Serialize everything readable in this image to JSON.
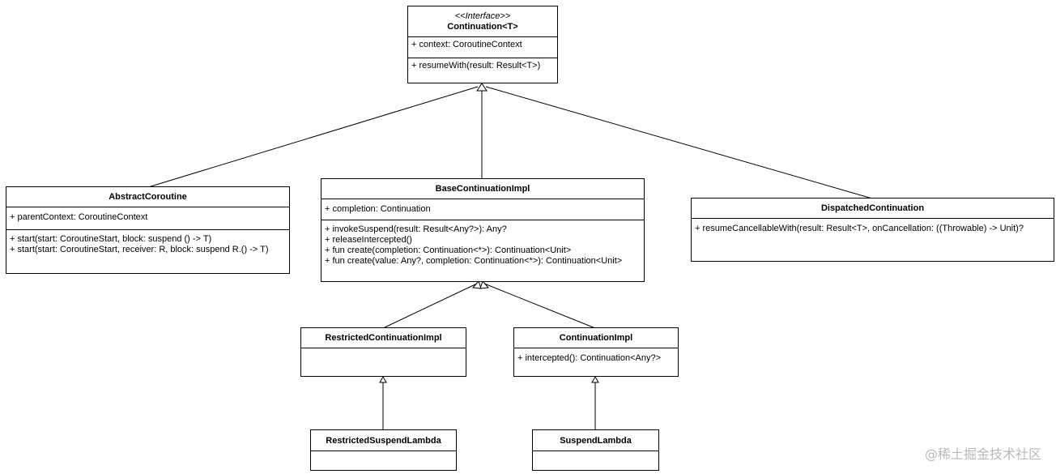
{
  "classes": {
    "continuation": {
      "stereotype": "<<Interface>>",
      "name": "Continuation<T>",
      "attributes": [
        "+ context: CoroutineContext"
      ],
      "methods": [
        "+ resumeWith(result: Result<T>)"
      ]
    },
    "abstract_coroutine": {
      "name": "AbstractCoroutine",
      "attributes": [
        "+ parentContext: CoroutineContext"
      ],
      "methods": [
        "+ start(start: CoroutineStart, block: suspend () -> T)",
        "+ start(start: CoroutineStart, receiver: R, block: suspend R.() -> T)"
      ]
    },
    "base_continuation_impl": {
      "name": "BaseContinuationImpl",
      "attributes": [
        "+ completion: Continuation"
      ],
      "methods": [
        "+ invokeSuspend(result: Result<Any?>): Any?",
        "+ releaseIntercepted()",
        "+ fun create(completion: Continuation<*>): Continuation<Unit>",
        "+ fun create(value: Any?, completion: Continuation<*>): Continuation<Unit>"
      ]
    },
    "dispatched_continuation": {
      "name": "DispatchedContinuation",
      "methods": [
        "+ resumeCancellableWith(result: Result<T>,  onCancellation: ((Throwable) -> Unit)?"
      ]
    },
    "restricted_continuation_impl": {
      "name": "RestrictedContinuationImpl",
      "methods": []
    },
    "continuation_impl": {
      "name": "ContinuationImpl",
      "methods": [
        "+ intercepted(): Continuation<Any?>"
      ]
    },
    "restricted_suspend_lambda": {
      "name": "RestrictedSuspendLambda",
      "methods": []
    },
    "suspend_lambda": {
      "name": "SuspendLambda",
      "methods": []
    }
  },
  "watermark": "@稀土掘金技术社区"
}
